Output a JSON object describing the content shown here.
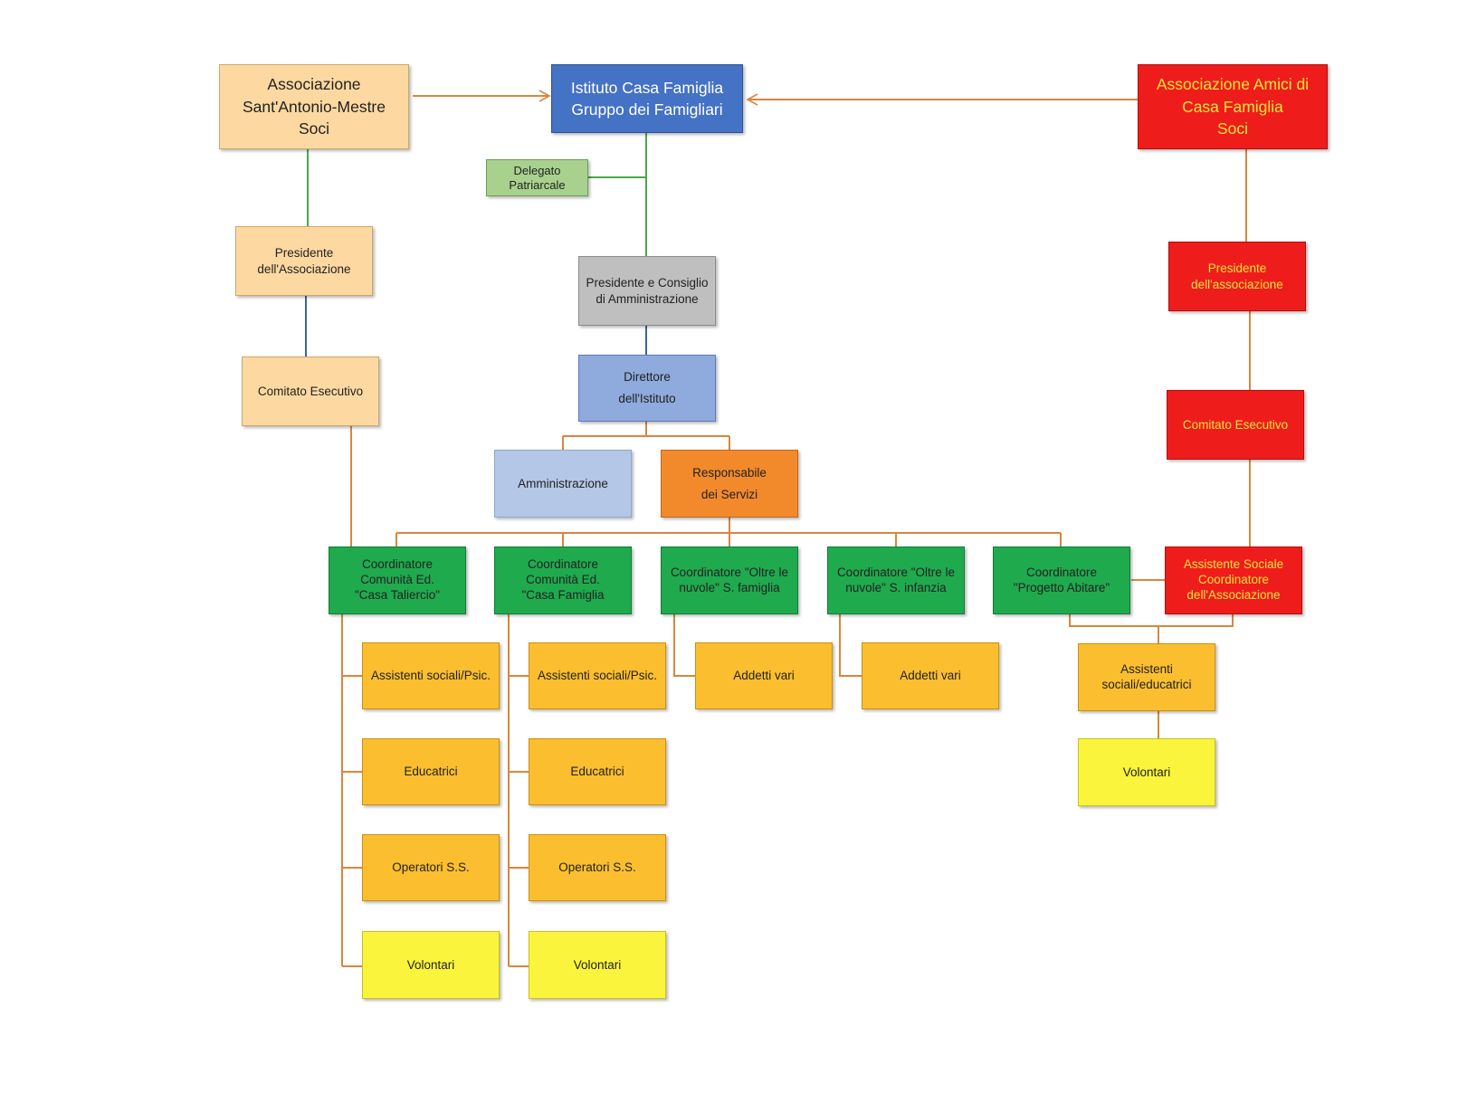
{
  "boxes": {
    "assoc_sant_antonio": "Associazione\nSant'Antonio-Mestre\nSoci",
    "istituto": "Istituto Casa Famiglia\nGruppo dei Famigliari",
    "assoc_amici": "Associazione Amici di\nCasa Famiglia\nSoci",
    "delegato": "Delegato\nPatriarcale",
    "presidente_left": "Presidente\ndell'Associazione",
    "presidente_cda": "Presidente  e Consiglio\ndi Amministrazione",
    "presidente_right": "Presidente\ndell'associazione",
    "comitato_left": "Comitato Esecutivo",
    "direttore": "Direttore\ndell'Istituto",
    "comitato_right": "Comitato Esecutivo",
    "amministrazione": "Amministrazione",
    "responsabile": "Responsabile\ndei Servizi",
    "coord_taliercio": "Coordinatore\nComunità Ed.\n\"Casa Taliercio\"",
    "coord_casa_famiglia": "Coordinatore\nComunità Ed.\n\"Casa Famiglia",
    "coord_oltre_famiglia": "Coordinatore \"Oltre le\nnuvole\" S. famiglia",
    "coord_oltre_infanzia": "Coordinatore \"Oltre le\nnuvole\" S. infanzia",
    "coord_abitare": "Coordinatore\n\"Progetto Abitare\"",
    "assistente_sociale": "Assistente Sociale\nCoordinatore\ndell'Associazione",
    "c1_assistenti": "Assistenti sociali/Psic.",
    "c2_assistenti": "Assistenti sociali/Psic.",
    "c3_addetti": "Addetti vari",
    "c4_addetti": "Addetti vari",
    "c5_assistenti": "Assistenti\nsociali/educatrici",
    "c1_educatrici": "Educatrici",
    "c2_educatrici": "Educatrici",
    "c5_volontari": "Volontari",
    "c1_operatori": "Operatori S.S.",
    "c2_operatori": "Operatori S.S.",
    "c1_volontari": "Volontari",
    "c2_volontari": "Volontari"
  },
  "colors": {
    "orange_connector": "#d9863e",
    "green_connector": "#4aa84a",
    "blue_connector": "#3d62a8",
    "istituto_blue": "#4472c4",
    "association_red": "#ef1c1c",
    "coordinator_green": "#1faa4e",
    "staff_amber": "#fbbe2e",
    "volunteer_yellow": "#faf43c"
  }
}
